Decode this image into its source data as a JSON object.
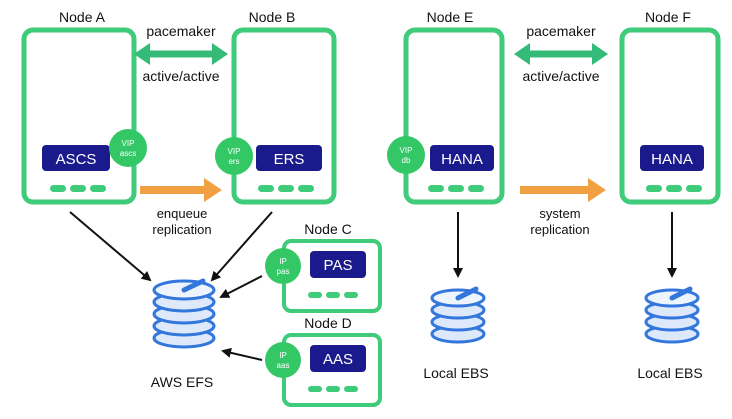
{
  "nodes": {
    "a": {
      "label": "Node A",
      "component": "ASCS",
      "vip": [
        "VIP",
        "ascs"
      ]
    },
    "b": {
      "label": "Node B",
      "component": "ERS",
      "vip": [
        "VIP",
        "ers"
      ]
    },
    "c": {
      "label": "Node C",
      "component": "PAS",
      "vip": [
        "IP",
        "pas"
      ]
    },
    "d": {
      "label": "Node D",
      "component": "AAS",
      "vip": [
        "IP",
        "aas"
      ]
    },
    "e": {
      "label": "Node E",
      "component": "HANA",
      "vip": [
        "VIP",
        "db"
      ]
    },
    "f": {
      "label": "Node F",
      "component": "HANA"
    }
  },
  "links": {
    "ab_sync": [
      "pacemaker",
      "active/active"
    ],
    "ef_sync": [
      "pacemaker",
      "active/active"
    ],
    "ab_replication": [
      "enqueue",
      "replication"
    ],
    "ef_replication": [
      "system",
      "replication"
    ]
  },
  "storage": {
    "efs": "AWS EFS",
    "ebs_e": "Local EBS",
    "ebs_f": "Local EBS"
  },
  "colors": {
    "node_border": "#3ecb7a",
    "component_fill": "#1a1a8c",
    "vip_fill": "#33c766",
    "sync_arrow": "#33bb77",
    "replication_arrow": "#f0a040",
    "disk": "#3377dd",
    "arrow": "#111111"
  }
}
